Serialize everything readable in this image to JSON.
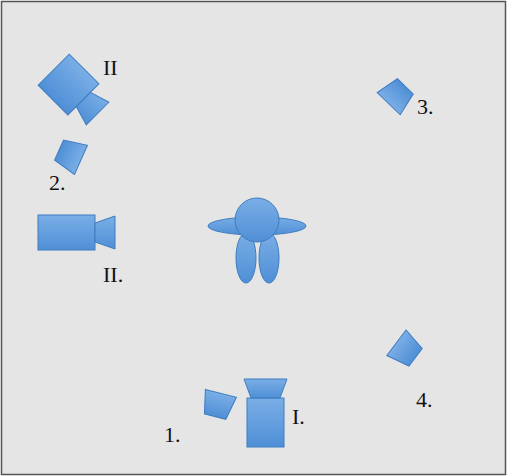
{
  "diagram": {
    "labels": [
      "II",
      "2.",
      "II.",
      "3.",
      "1.",
      "I.",
      "4."
    ]
  }
}
